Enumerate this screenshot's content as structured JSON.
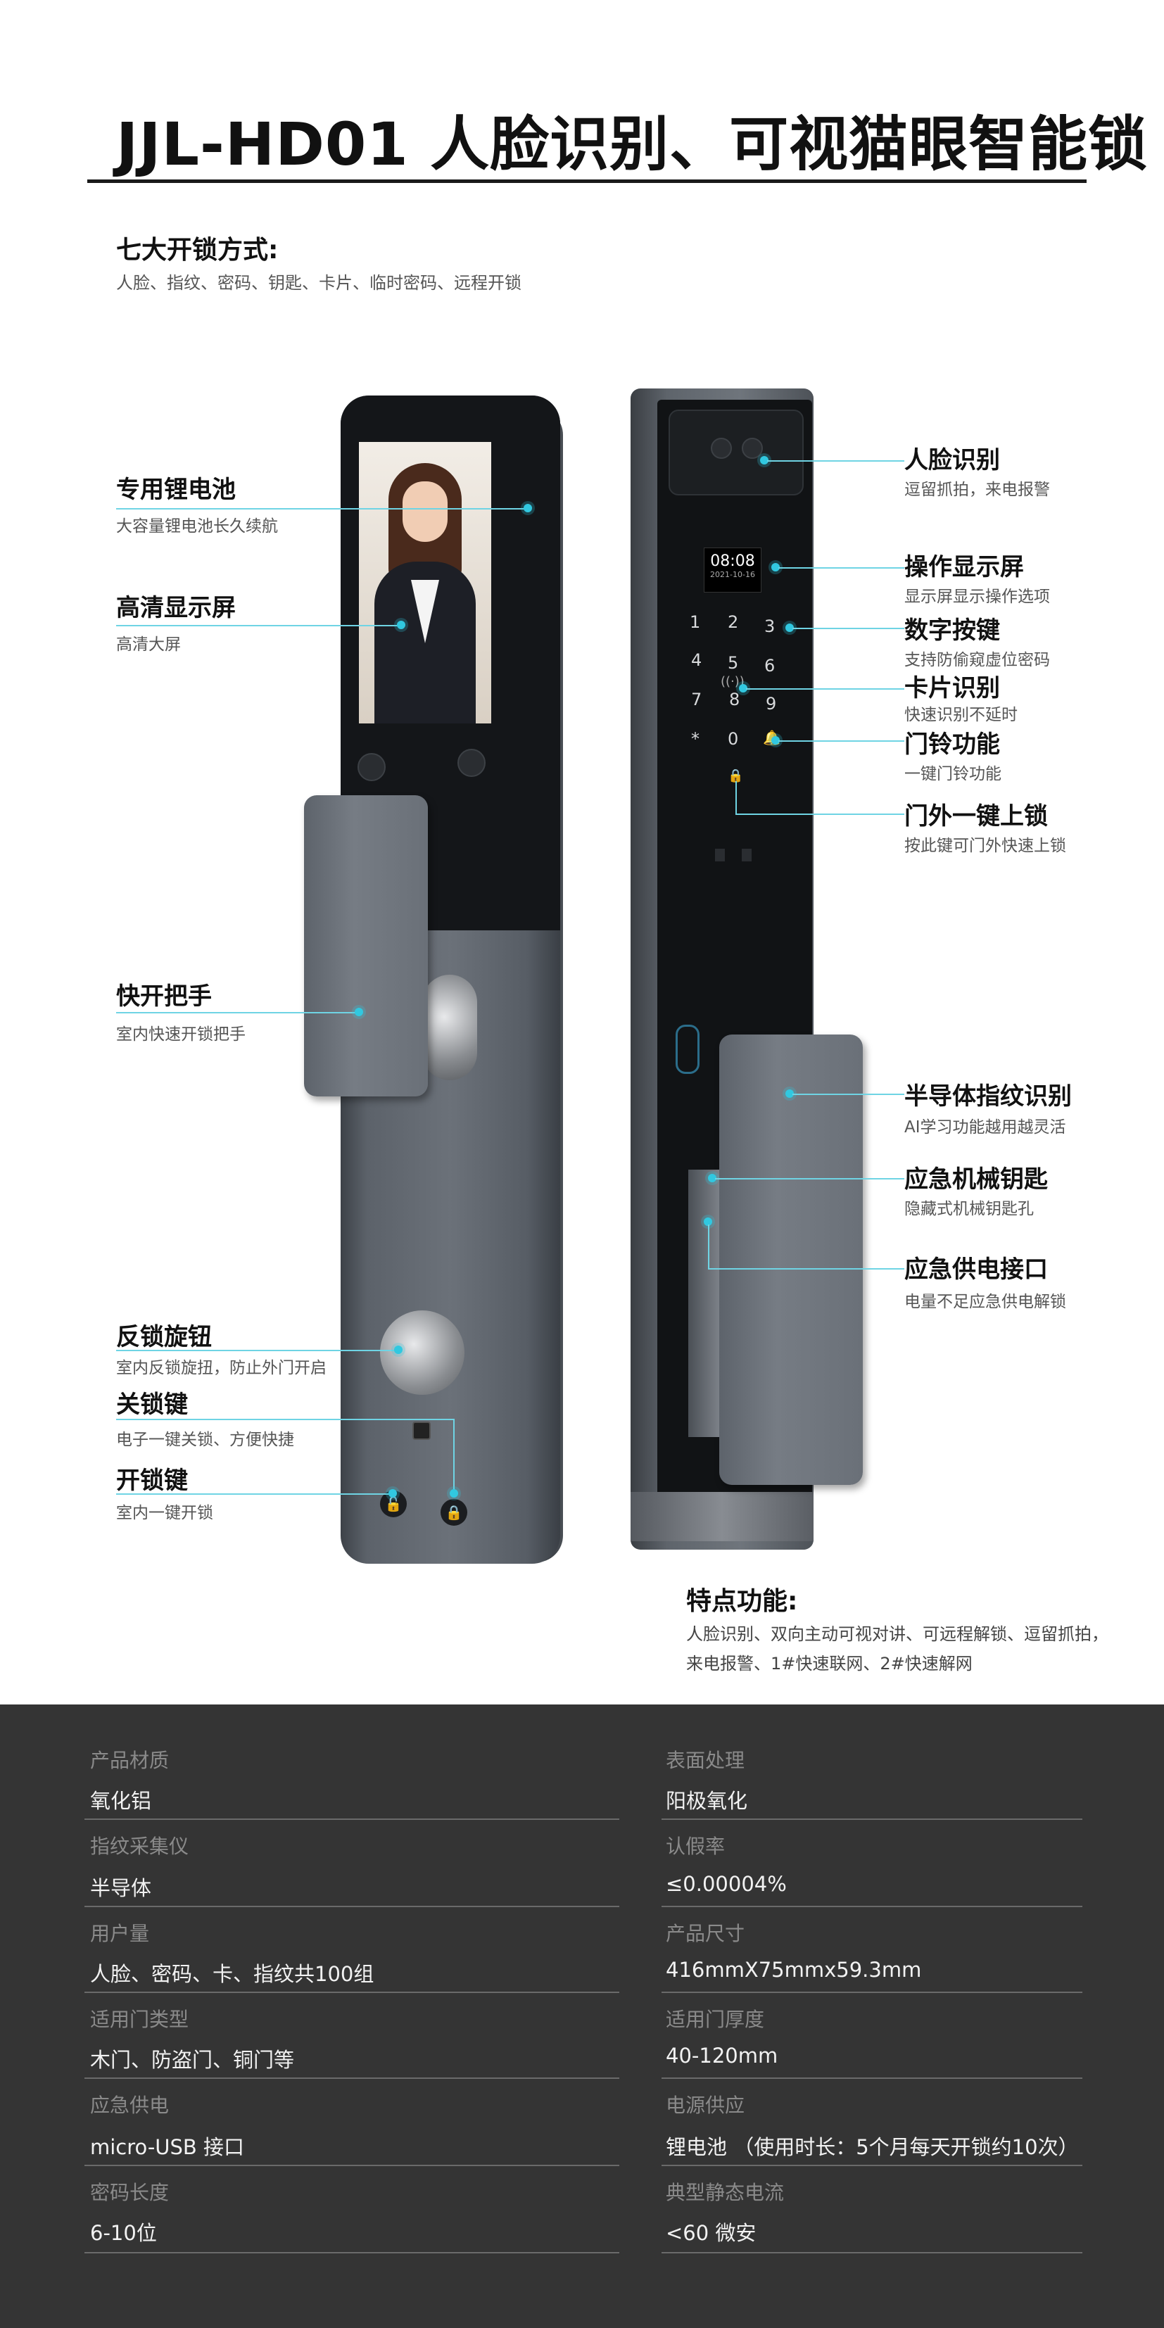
{
  "title": "JJL-HD01 人脸识别、可视猫眼智能锁",
  "unlock": {
    "heading": "七大开锁方式:",
    "methods": "人脸、指纹、密码、钥匙、卡片、临时密码、远程开锁"
  },
  "left_callouts": [
    {
      "title": "专用锂电池",
      "desc": "大容量锂电池长久续航"
    },
    {
      "title": "高清显示屏",
      "desc": "高清大屏"
    },
    {
      "title": "快开把手",
      "desc": "室内快速开锁把手"
    },
    {
      "title": "反锁旋钮",
      "desc": "室内反锁旋扭，防止外门开启"
    },
    {
      "title": "关锁键",
      "desc": "电子一键关锁、方便快捷"
    },
    {
      "title": "开锁键",
      "desc": "室内一键开锁"
    }
  ],
  "right_callouts": [
    {
      "title": "人脸识别",
      "desc": "逗留抓拍，来电报警"
    },
    {
      "title": "操作显示屏",
      "desc": "显示屏显示操作选项"
    },
    {
      "title": "数字按键",
      "desc": "支持防偷窥虚位密码"
    },
    {
      "title": "卡片识别",
      "desc": "快速识别不延时"
    },
    {
      "title": "门铃功能",
      "desc": "一键门铃功能"
    },
    {
      "title": "门外一键上锁",
      "desc": "按此键可门外快速上锁"
    },
    {
      "title": "半导体指纹识别",
      "desc": "AI学习功能越用越灵活"
    },
    {
      "title": "应急机械钥匙",
      "desc": "隐藏式机械钥匙孔"
    },
    {
      "title": "应急供电接口",
      "desc": "电量不足应急供电解锁"
    }
  ],
  "lock_display": {
    "time": "08:08",
    "date": "2021-10-16"
  },
  "keypad": [
    "1",
    "2",
    "3",
    "4",
    "5",
    "6",
    "7",
    "8",
    "9",
    "*",
    "0"
  ],
  "features": {
    "heading": "特点功能:",
    "line1": "人脸识别、双向主动可视对讲、可远程解锁、逗留抓拍，",
    "line2": "来电报警、1#快速联网、2#快速解网"
  },
  "specs": [
    {
      "left_label": "产品材质",
      "left_value": "氧化铝",
      "right_label": "表面处理",
      "right_value": "阳极氧化"
    },
    {
      "left_label": "指纹采集仪",
      "left_value": "半导体",
      "right_label": "认假率",
      "right_value": "≤0.00004%"
    },
    {
      "left_label": "用户量",
      "left_value": "人脸、密码、卡、指纹共100组",
      "right_label": "产品尺寸",
      "right_value": "416mmX75mmx59.3mm"
    },
    {
      "left_label": "适用门类型",
      "left_value": "木门、防盗门、铜门等",
      "right_label": "适用门厚度",
      "right_value": "40-120mm"
    },
    {
      "left_label": "应急供电",
      "left_value": "micro-USB 接口",
      "right_label": "电源供应",
      "right_value": "锂电池 （使用时长：5个月每天开锁约10次）"
    },
    {
      "left_label": "密码长度",
      "left_value": "6-10位",
      "right_label": "典型静态电流",
      "right_value": "<60 微安"
    }
  ],
  "colors": {
    "accent": "#31c8e0",
    "spec_bg": "#343434"
  }
}
